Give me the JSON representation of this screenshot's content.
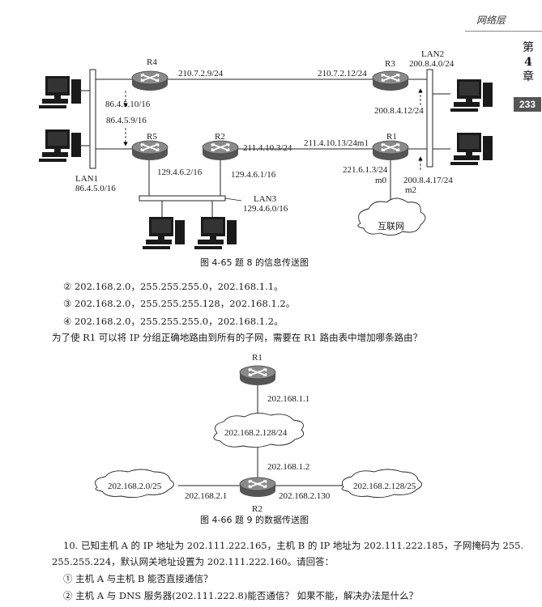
{
  "header": {
    "section": "网络层",
    "chapter_chars": [
      "第",
      "4",
      "章"
    ],
    "page_number": "233"
  },
  "figure1": {
    "caption": "图 4-65    题 8 的信息传送图",
    "routers": {
      "r4": "R4",
      "r5": "R5",
      "r2": "R2",
      "r3": "R3",
      "r1": "R1"
    },
    "labels": {
      "r4_top": "210.7.2.9/24",
      "r3_top": "210.7.2.12/24",
      "lan2": "LAN2",
      "lan2_net": "200.8.4.0/24",
      "r4_lan1": "86.4.5.10/16",
      "r5_lan1": "86.4.5.9/16",
      "r3_lan2": "200.8.4.12/24",
      "r2_r1": "211.4.10.3/24",
      "r1_r2": "211.4.10.13/24m1",
      "r5_lan3": "129.4.6.2/16",
      "r2_lan3": "129.4.6.1/16",
      "r1_m0": "221.6.1.3/24",
      "m0": "m0",
      "r1_lan2": "200.8.4.17/24",
      "m2": "m2",
      "lan1": "LAN1",
      "lan1_net": "86.4.5.0/16",
      "lan3": "LAN3",
      "lan3_net": "129.4.6.0/16",
      "internet": "互联网"
    }
  },
  "options": [
    "② 202.168.2.0，255.255.255.0，202.168.1.1。",
    "③ 202.168.2.0，255.255.255.128，202.168.1.2。",
    "④ 202.168.2.0，255.255.255.0，202.168.1.2。"
  ],
  "question9": "为了使 R1 可以将 IP 分组正确地路由到所有的子网，需要在 R1 路由表中增加哪条路由？",
  "figure2": {
    "caption": "图 4-66    题 9 的数据传送图",
    "r1": "R1",
    "r2": "R2",
    "r1_ip": "202.168.1.1",
    "center_net": "202.168.2.128/24",
    "r2_top_ip": "202.168.1.2",
    "left_net": "202.168.2.0/25",
    "right_net": "202.168.2.128/25",
    "r2_left_ip": "202.168.2.1",
    "r2_right_ip": "202.168.2.130"
  },
  "question10": {
    "line1": "10. 已知主机 A 的 IP 地址为 202.111.222.165，主机 B 的 IP 地址为 202.111.222.185，子网掩码为 255.",
    "line2": "255.255.224，默认网关地址设置为 202.111.222.160。请回答：",
    "sub1": "① 主机 A 与主机 B 能否直接通信？",
    "sub2": "② 主机 A 与 DNS 服务器(202.111.222.8)能否通信？ 如果不能，解决办法是什么？"
  }
}
